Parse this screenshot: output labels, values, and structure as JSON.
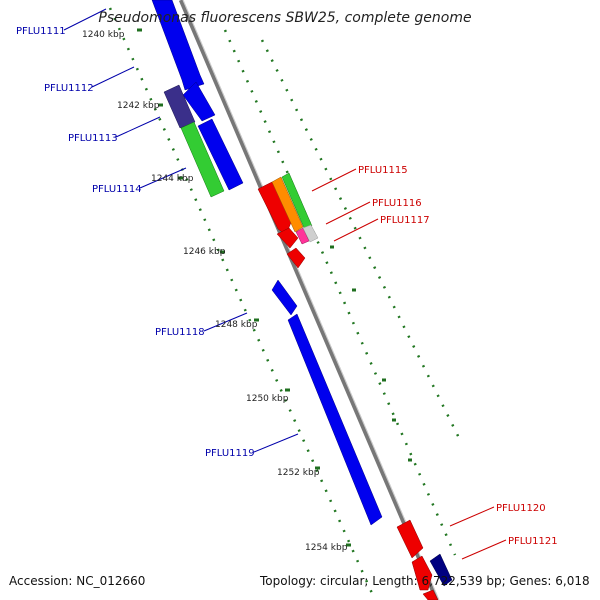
{
  "title": "Pseudomonas fluorescens SBW25, complete genome",
  "accession_text": "Accession: NC_012660",
  "topology_text": "Topology: circular; Length: 6,722,539 bp; Genes: 6,018",
  "colors": {
    "backbone": "#8a8a8a",
    "forward": "#0000ee",
    "reverse": "#ee0000",
    "dark_blue": "#3a2f8a",
    "green": "#33cc33",
    "orange": "#ff8c00",
    "pink": "#ff3399",
    "navy": "#000080",
    "dots": "#227722",
    "label_blue": "#0000aa",
    "label_red": "#cc0000"
  },
  "ruler": [
    "1240 kbp",
    "1242 kbp",
    "1244 kbp",
    "1246 kbp",
    "1248 kbp",
    "1250 kbp",
    "1252 kbp",
    "1254 kbp"
  ],
  "gene_labels": [
    "PFLU1111",
    "PFLU1112",
    "PFLU1113",
    "PFLU1114",
    "PFLU1115",
    "PFLU1116",
    "PFLU1117",
    "PFLU1118",
    "PFLU1119",
    "PFLU1120",
    "PFLU1121"
  ]
}
